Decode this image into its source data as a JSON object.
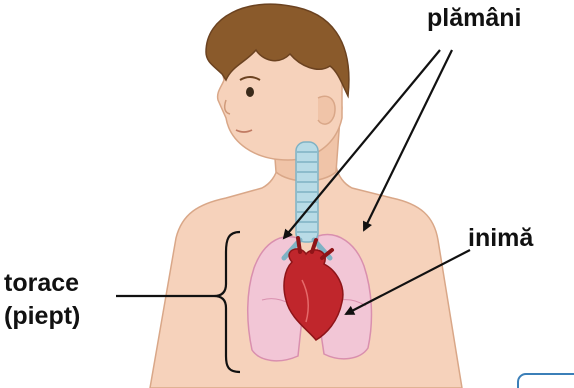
{
  "labels": {
    "lungs": "plămâni",
    "heart": "inimă",
    "thorax": "torace",
    "chest": "(piept)"
  },
  "colors": {
    "skin": "#f6d2bb",
    "skin_shadow": "#e8b99a",
    "hair": "#8a5a2b",
    "hair_dark": "#6b4220",
    "lung": "#f2c6d6",
    "lung_edge": "#d98fae",
    "heart": "#c0262c",
    "heart_dark": "#8e1418",
    "trachea": "#b8dbe6",
    "trachea_ring": "#7fb2c4",
    "arrow": "#111111",
    "brace": "#111111"
  },
  "icons": {
    "person": "boy-torso-illustration",
    "lungs": "lungs-organ",
    "heart": "heart-organ",
    "trachea": "trachea-organ"
  }
}
